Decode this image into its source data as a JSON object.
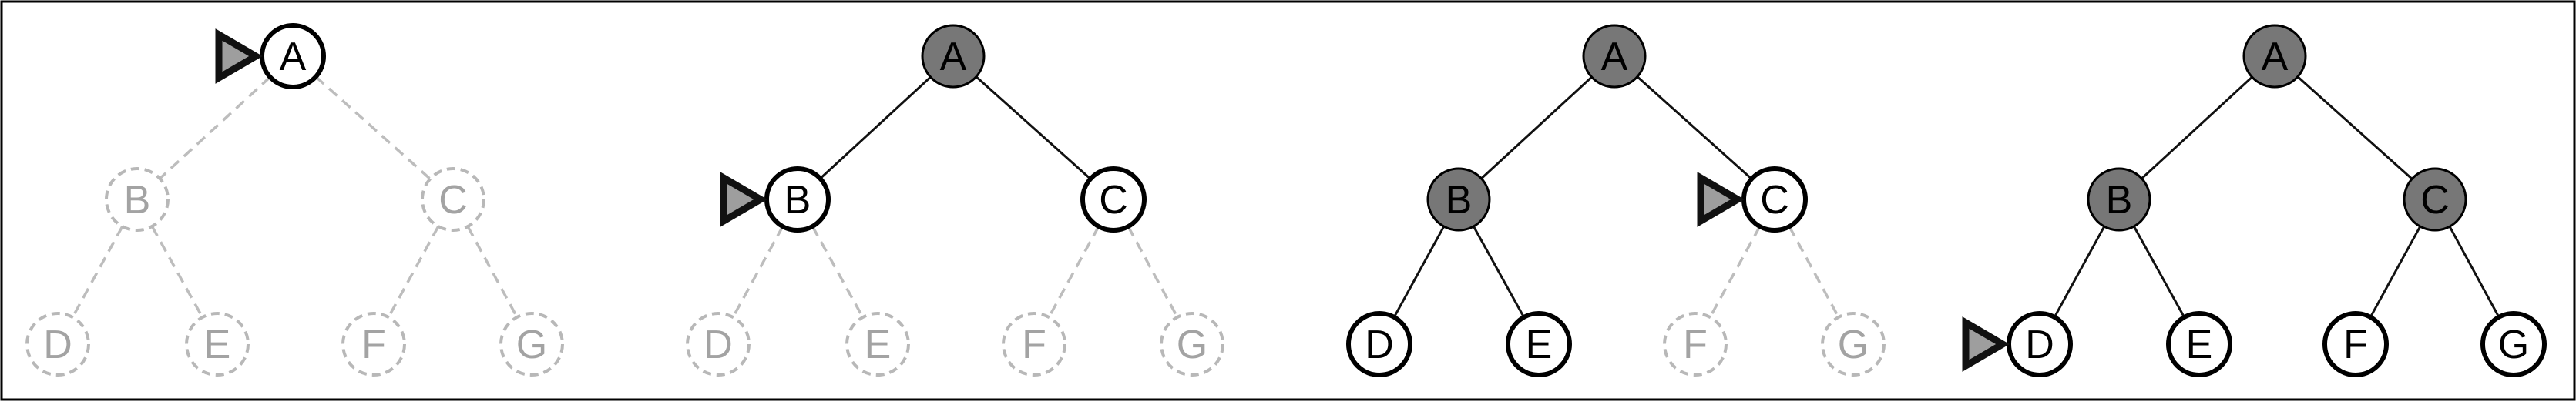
{
  "colors": {
    "border": "#000000",
    "edge_solid": "#111111",
    "edge_dashed": "#bdbdbd",
    "node_dim_stroke": "#b8b8b8",
    "node_dim_text": "#a3a3a3",
    "node_visited_fill": "#777777",
    "node_frontier_fill": "#ffffff",
    "text_dark": "#000000",
    "pointer_fill": "#9e9e9e",
    "pointer_stroke": "#111111"
  },
  "panels": [
    {
      "nodes": {
        "A": {
          "label": "A",
          "state": "frontier"
        },
        "B": {
          "label": "B",
          "state": "dim"
        },
        "C": {
          "label": "C",
          "state": "dim"
        },
        "D": {
          "label": "D",
          "state": "dim"
        },
        "E": {
          "label": "E",
          "state": "dim"
        },
        "F": {
          "label": "F",
          "state": "dim"
        },
        "G": {
          "label": "G",
          "state": "dim"
        }
      },
      "edges": [
        {
          "from": "A",
          "to": "B",
          "style": "dashed"
        },
        {
          "from": "A",
          "to": "C",
          "style": "dashed"
        },
        {
          "from": "B",
          "to": "D",
          "style": "dashed"
        },
        {
          "from": "B",
          "to": "E",
          "style": "dashed"
        },
        {
          "from": "C",
          "to": "F",
          "style": "dashed"
        },
        {
          "from": "C",
          "to": "G",
          "style": "dashed"
        }
      ],
      "pointer": "A"
    },
    {
      "nodes": {
        "A": {
          "label": "A",
          "state": "visited"
        },
        "B": {
          "label": "B",
          "state": "frontier"
        },
        "C": {
          "label": "C",
          "state": "frontier"
        },
        "D": {
          "label": "D",
          "state": "dim"
        },
        "E": {
          "label": "E",
          "state": "dim"
        },
        "F": {
          "label": "F",
          "state": "dim"
        },
        "G": {
          "label": "G",
          "state": "dim"
        }
      },
      "edges": [
        {
          "from": "A",
          "to": "B",
          "style": "solid"
        },
        {
          "from": "A",
          "to": "C",
          "style": "solid"
        },
        {
          "from": "B",
          "to": "D",
          "style": "dashed"
        },
        {
          "from": "B",
          "to": "E",
          "style": "dashed"
        },
        {
          "from": "C",
          "to": "F",
          "style": "dashed"
        },
        {
          "from": "C",
          "to": "G",
          "style": "dashed"
        }
      ],
      "pointer": "B"
    },
    {
      "nodes": {
        "A": {
          "label": "A",
          "state": "visited"
        },
        "B": {
          "label": "B",
          "state": "visited"
        },
        "C": {
          "label": "C",
          "state": "frontier"
        },
        "D": {
          "label": "D",
          "state": "frontier"
        },
        "E": {
          "label": "E",
          "state": "frontier"
        },
        "F": {
          "label": "F",
          "state": "dim"
        },
        "G": {
          "label": "G",
          "state": "dim"
        }
      },
      "edges": [
        {
          "from": "A",
          "to": "B",
          "style": "solid"
        },
        {
          "from": "A",
          "to": "C",
          "style": "solid"
        },
        {
          "from": "B",
          "to": "D",
          "style": "solid"
        },
        {
          "from": "B",
          "to": "E",
          "style": "solid"
        },
        {
          "from": "C",
          "to": "F",
          "style": "dashed"
        },
        {
          "from": "C",
          "to": "G",
          "style": "dashed"
        }
      ],
      "pointer": "C"
    },
    {
      "nodes": {
        "A": {
          "label": "A",
          "state": "visited"
        },
        "B": {
          "label": "B",
          "state": "visited"
        },
        "C": {
          "label": "C",
          "state": "visited"
        },
        "D": {
          "label": "D",
          "state": "frontier"
        },
        "E": {
          "label": "E",
          "state": "frontier"
        },
        "F": {
          "label": "F",
          "state": "frontier"
        },
        "G": {
          "label": "G",
          "state": "frontier"
        }
      },
      "edges": [
        {
          "from": "A",
          "to": "B",
          "style": "solid"
        },
        {
          "from": "A",
          "to": "C",
          "style": "solid"
        },
        {
          "from": "B",
          "to": "D",
          "style": "solid"
        },
        {
          "from": "B",
          "to": "E",
          "style": "solid"
        },
        {
          "from": "C",
          "to": "F",
          "style": "solid"
        },
        {
          "from": "C",
          "to": "G",
          "style": "solid"
        }
      ],
      "pointer": "D"
    }
  ]
}
